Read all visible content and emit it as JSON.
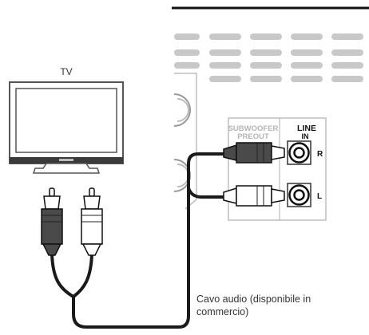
{
  "labels": {
    "tv": "TV",
    "panel_subwoofer": "SUBWOOFER",
    "panel_preout": "PREOUT",
    "panel_line": "LINE",
    "panel_in": "IN",
    "jack_right": "R",
    "jack_left": "L",
    "cable_line1": "Cavo audio (disponibile in",
    "cable_line2": "commercio)"
  },
  "colors": {
    "device_outline": "#666666",
    "vent": "#c8c8c8",
    "panel_border": "#bdbdbd",
    "cable": "#1a1a1a",
    "plug_dark": "#4a4a4a",
    "plug_light": "#ffffff"
  }
}
